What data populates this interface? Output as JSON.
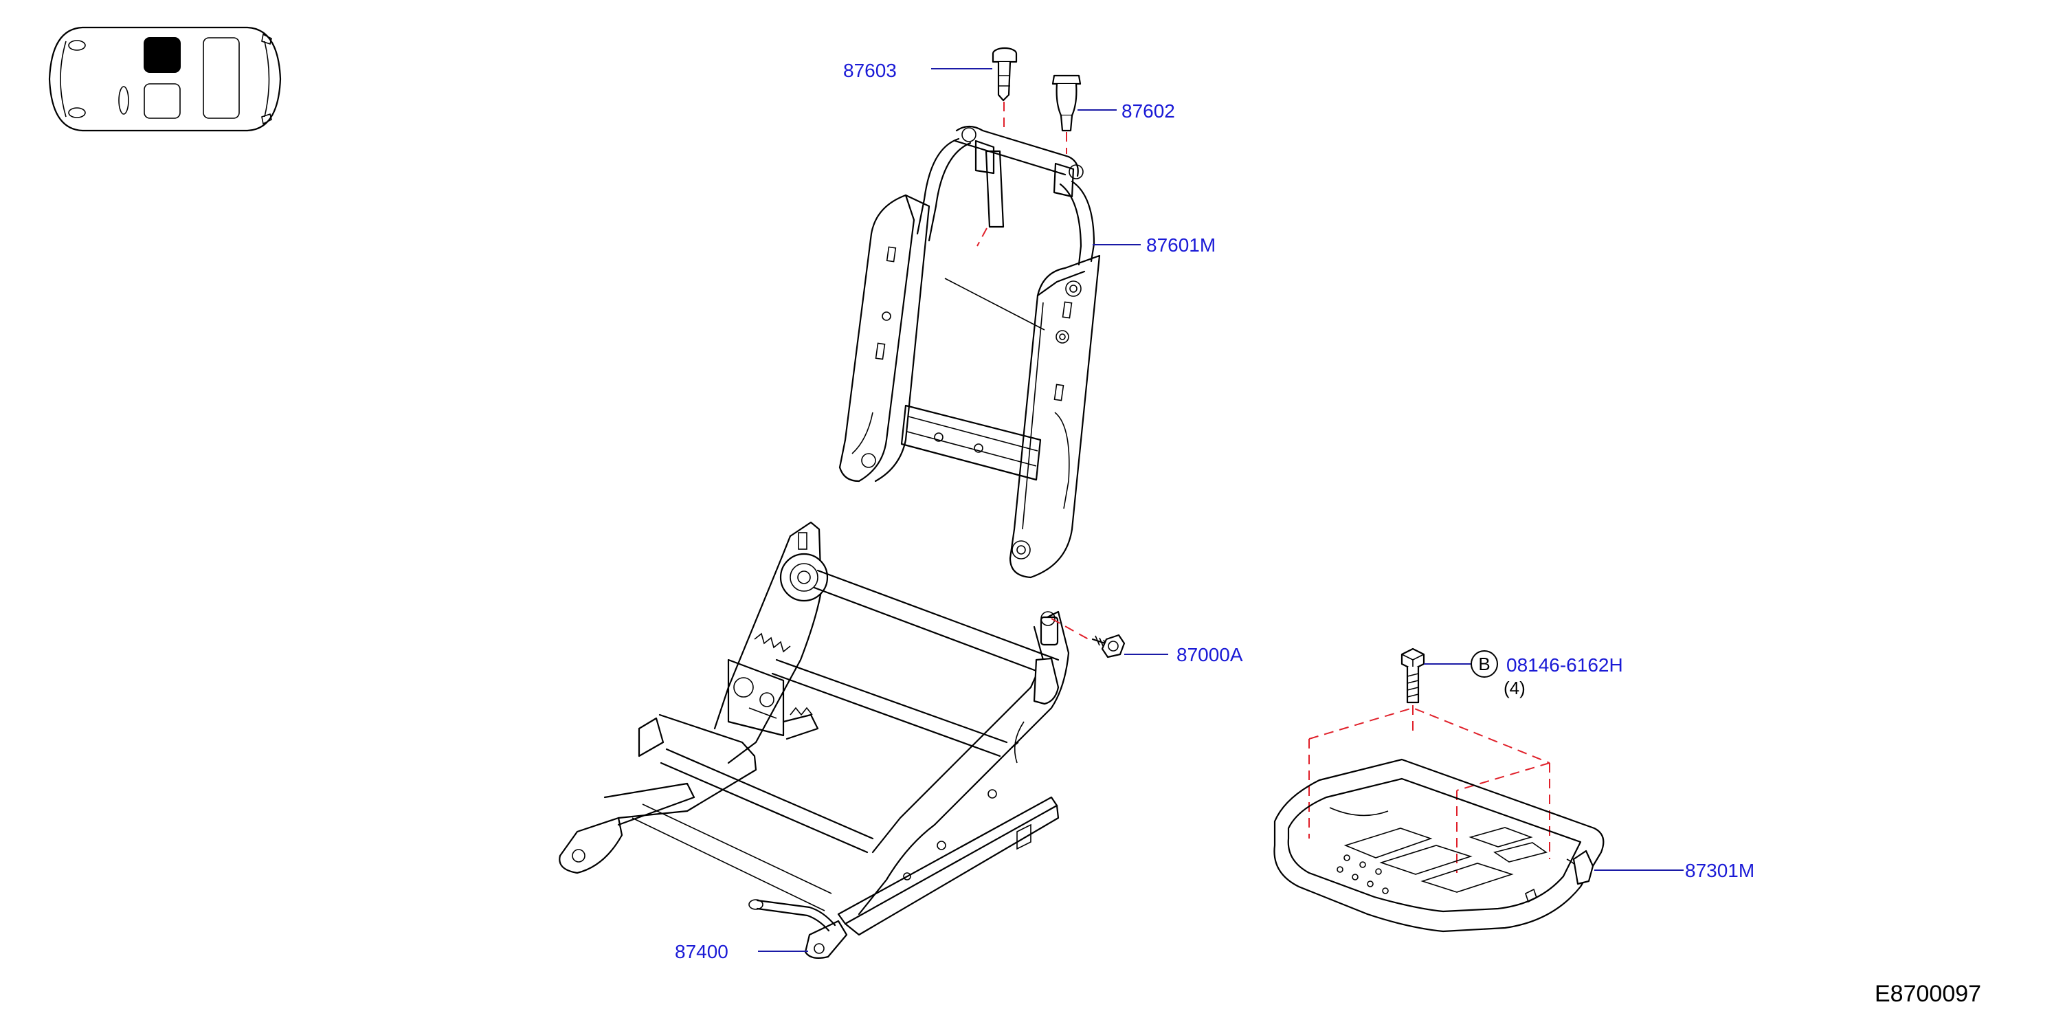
{
  "parts": [
    {
      "id": "87603",
      "label": "87603"
    },
    {
      "id": "87602",
      "label": "87602"
    },
    {
      "id": "87601M",
      "label": "87601M"
    },
    {
      "id": "87000A",
      "label": "87000A"
    },
    {
      "id": "bolt",
      "circle_letter": "B",
      "label": "08146-6162H",
      "qty": "(4)"
    },
    {
      "id": "87301M",
      "label": "87301M"
    },
    {
      "id": "87400",
      "label": "87400"
    }
  ],
  "diagram_code": "E8700097",
  "colors": {
    "label": "#1a1ad6",
    "leader": "#1a1aa6",
    "dash": "#e0202a",
    "line": "#000000",
    "highlight": "#000000"
  },
  "locator": {
    "icon": "car-top-view-icon",
    "highlighted_zone": "front-seat"
  }
}
